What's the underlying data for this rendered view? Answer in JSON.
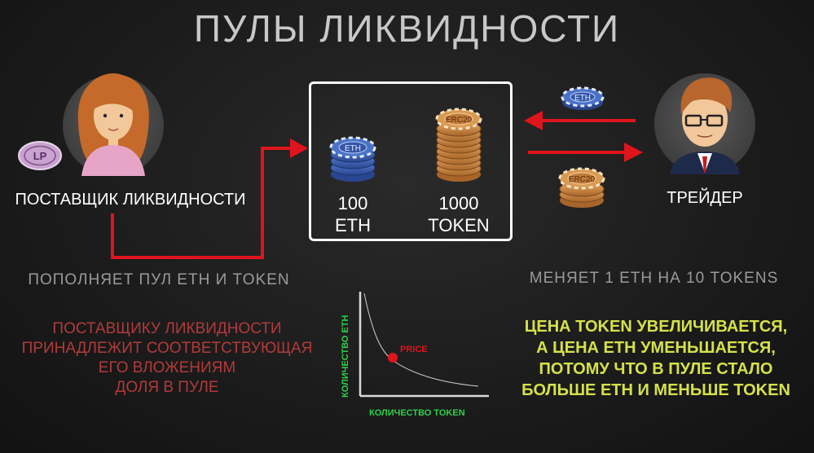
{
  "title": "ПУЛЫ ЛИКВИДНОСТИ",
  "provider": {
    "label": "ПОСТАВЩИК ЛИКВИДНОСТИ",
    "lp_badge": "LP",
    "action": "ПОПОЛНЯЕТ ПУЛ ETH И TOKEN",
    "share_lines": [
      "ПОСТАВЩИКУ ЛИКВИДНОСТИ",
      "ПРИНАДЛЕЖИТ СООТВЕТСТВУЮЩАЯ",
      "ЕГО ВЛОЖЕНИЯМ",
      "ДОЛЯ В ПУЛЕ"
    ]
  },
  "pool": {
    "eth_chip_label": "ETH",
    "token_chip_label": "ERC20",
    "eth_amount": "100",
    "eth_unit": "ETH",
    "token_amount": "1000",
    "token_unit": "TOKEN"
  },
  "trader": {
    "label": "ТРЕЙДЕР",
    "incoming_chip_label": "ETH",
    "outgoing_chip_label": "ERC20",
    "action": "МЕНЯЕТ 1 ETH НА 10 TOKENS"
  },
  "curve": {
    "y_axis_label": "КОЛИЧЕСТВО ETH",
    "x_axis_label": "КОЛИЧЕСТВО TOKEN",
    "point_label": "PRICE"
  },
  "conclusion_lines": [
    "ЦЕНА TOKEN УВЕЛИЧИВАЕТСЯ,",
    "А ЦЕНА ETH УМЕНЬШАЕТСЯ,",
    "ПОТОМУ ЧТО В ПУЛЕ СТАЛО",
    "БОЛЬШЕ ETH И МЕНЬШЕ TOKEN"
  ],
  "colors": {
    "arrow_red": "#e0141c",
    "eth_blue": "#3f63b8",
    "token_orange": "#d08a3c",
    "curve_axis_green": "#2bd14a",
    "price_point_red": "#e0141c",
    "conclusion_yellow": "#d5e14a"
  }
}
